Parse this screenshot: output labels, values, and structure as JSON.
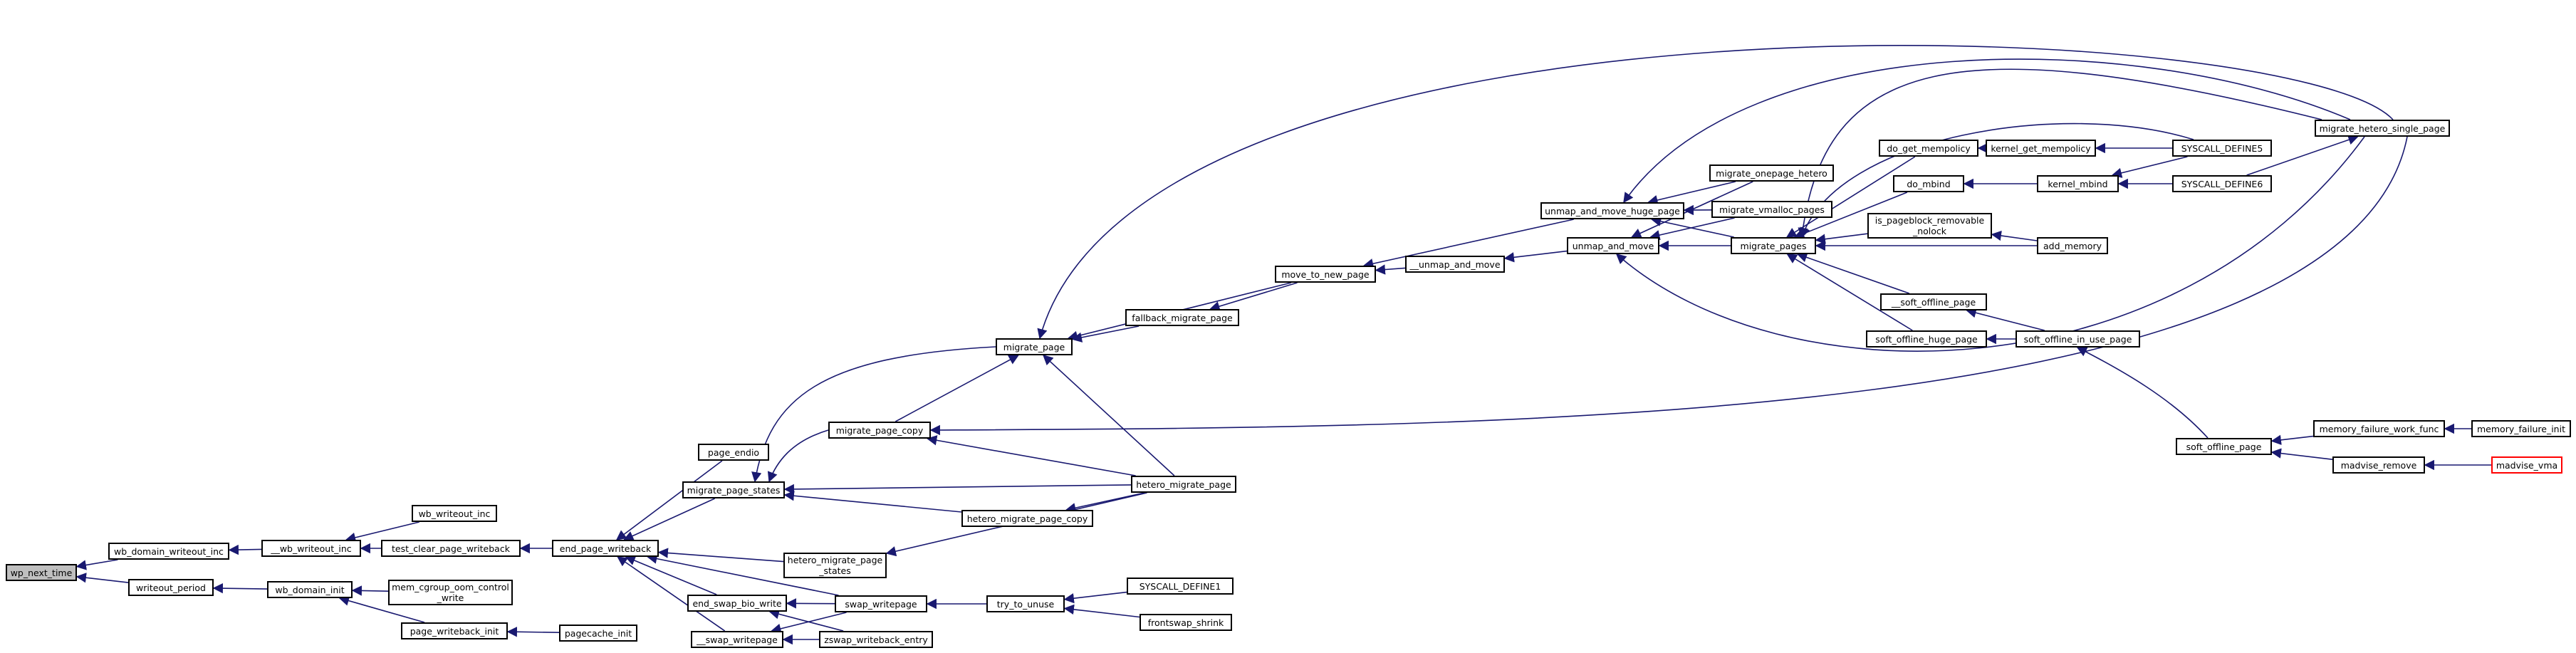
{
  "graph": {
    "colors": {
      "edge": "#191970",
      "node_border": "#000000",
      "root_fill": "#bfbfbf",
      "truncated_border": "#ff0000"
    },
    "nodes": [
      {
        "id": "wp_next_time",
        "label": "wp_next_time",
        "root": true
      },
      {
        "id": "wb_domain_writeout_inc",
        "label": "wb_domain_writeout_inc"
      },
      {
        "id": "writeout_period",
        "label": "writeout_period"
      },
      {
        "id": "__wb_writeout_inc",
        "label": "__wb_writeout_inc"
      },
      {
        "id": "wb_domain_init",
        "label": "wb_domain_init"
      },
      {
        "id": "wb_writeout_inc",
        "label": "wb_writeout_inc"
      },
      {
        "id": "test_clear_page_writeback",
        "label": "test_clear_page_writeback"
      },
      {
        "id": "mem_cgroup_oom_control_write",
        "label": "mem_cgroup_oom_control\n_write"
      },
      {
        "id": "page_writeback_init",
        "label": "page_writeback_init"
      },
      {
        "id": "pagecache_init",
        "label": "pagecache_init"
      },
      {
        "id": "end_page_writeback",
        "label": "end_page_writeback"
      },
      {
        "id": "page_endio",
        "label": "page_endio"
      },
      {
        "id": "migrate_page_states",
        "label": "migrate_page_states"
      },
      {
        "id": "hetero_migrate_page_states",
        "label": "hetero_migrate_page\n_states"
      },
      {
        "id": "end_swap_bio_write",
        "label": "end_swap_bio_write"
      },
      {
        "id": "__swap_writepage",
        "label": "__swap_writepage"
      },
      {
        "id": "migrate_page",
        "label": "migrate_page"
      },
      {
        "id": "migrate_page_copy",
        "label": "migrate_page_copy"
      },
      {
        "id": "hetero_migrate_page_copy",
        "label": "hetero_migrate_page_copy"
      },
      {
        "id": "hetero_migrate_page",
        "label": "hetero_migrate_page"
      },
      {
        "id": "swap_writepage",
        "label": "swap_writepage"
      },
      {
        "id": "zswap_writeback_entry",
        "label": "zswap_writeback_entry"
      },
      {
        "id": "try_to_unuse",
        "label": "try_to_unuse"
      },
      {
        "id": "SYSCALL_DEFINE1",
        "label": "SYSCALL_DEFINE1"
      },
      {
        "id": "frontswap_shrink",
        "label": "frontswap_shrink"
      },
      {
        "id": "fallback_migrate_page",
        "label": "fallback_migrate_page"
      },
      {
        "id": "move_to_new_page",
        "label": "move_to_new_page"
      },
      {
        "id": "__unmap_and_move",
        "label": "__unmap_and_move"
      },
      {
        "id": "unmap_and_move",
        "label": "unmap_and_move"
      },
      {
        "id": "unmap_and_move_huge_page",
        "label": "unmap_and_move_huge_page"
      },
      {
        "id": "migrate_onepage_hetero",
        "label": "migrate_onepage_hetero"
      },
      {
        "id": "migrate_vmalloc_pages",
        "label": "migrate_vmalloc_pages"
      },
      {
        "id": "migrate_pages",
        "label": "migrate_pages"
      },
      {
        "id": "do_get_mempolicy",
        "label": "do_get_mempolicy"
      },
      {
        "id": "kernel_get_mempolicy",
        "label": "kernel_get_mempolicy"
      },
      {
        "id": "SYSCALL_DEFINE5",
        "label": "SYSCALL_DEFINE5"
      },
      {
        "id": "do_mbind",
        "label": "do_mbind"
      },
      {
        "id": "kernel_mbind",
        "label": "kernel_mbind"
      },
      {
        "id": "SYSCALL_DEFINE6",
        "label": "SYSCALL_DEFINE6"
      },
      {
        "id": "is_pageblock_removable_nolock",
        "label": "is_pageblock_removable\n_nolock"
      },
      {
        "id": "add_memory",
        "label": "add_memory"
      },
      {
        "id": "__soft_offline_page",
        "label": "__soft_offline_page"
      },
      {
        "id": "soft_offline_huge_page",
        "label": "soft_offline_huge_page"
      },
      {
        "id": "soft_offline_in_use_page",
        "label": "soft_offline_in_use_page"
      },
      {
        "id": "soft_offline_page",
        "label": "soft_offline_page"
      },
      {
        "id": "memory_failure_work_func",
        "label": "memory_failure_work_func"
      },
      {
        "id": "memory_failure_init",
        "label": "memory_failure_init"
      },
      {
        "id": "madvise_remove",
        "label": "madvise_remove"
      },
      {
        "id": "madvise_vma",
        "label": "madvise_vma",
        "truncated": true
      },
      {
        "id": "migrate_hetero_single_page",
        "label": "migrate_hetero_single_page"
      }
    ],
    "edges": [
      [
        "wb_domain_writeout_inc",
        "wp_next_time"
      ],
      [
        "writeout_period",
        "wp_next_time"
      ],
      [
        "__wb_writeout_inc",
        "wb_domain_writeout_inc"
      ],
      [
        "wb_domain_init",
        "writeout_period"
      ],
      [
        "wb_writeout_inc",
        "__wb_writeout_inc"
      ],
      [
        "test_clear_page_writeback",
        "__wb_writeout_inc"
      ],
      [
        "mem_cgroup_oom_control_write",
        "wb_domain_init"
      ],
      [
        "page_writeback_init",
        "wb_domain_init"
      ],
      [
        "pagecache_init",
        "page_writeback_init"
      ],
      [
        "end_page_writeback",
        "test_clear_page_writeback"
      ],
      [
        "page_endio",
        "end_page_writeback"
      ],
      [
        "migrate_page_states",
        "end_page_writeback"
      ],
      [
        "hetero_migrate_page_states",
        "end_page_writeback"
      ],
      [
        "end_swap_bio_write",
        "end_page_writeback"
      ],
      [
        "__swap_writepage",
        "end_page_writeback"
      ],
      [
        "swap_writepage",
        "end_page_writeback"
      ],
      [
        "migrate_page",
        "migrate_page_states"
      ],
      [
        "migrate_page_copy",
        "migrate_page_states"
      ],
      [
        "hetero_migrate_page_copy",
        "migrate_page_states"
      ],
      [
        "hetero_migrate_page",
        "migrate_page_states"
      ],
      [
        "hetero_migrate_page",
        "hetero_migrate_page_states"
      ],
      [
        "hetero_migrate_page",
        "hetero_migrate_page_copy"
      ],
      [
        "swap_writepage",
        "end_swap_bio_write"
      ],
      [
        "zswap_writeback_entry",
        "end_swap_bio_write"
      ],
      [
        "swap_writepage",
        "__swap_writepage"
      ],
      [
        "zswap_writeback_entry",
        "__swap_writepage"
      ],
      [
        "try_to_unuse",
        "swap_writepage"
      ],
      [
        "SYSCALL_DEFINE1",
        "try_to_unuse"
      ],
      [
        "frontswap_shrink",
        "try_to_unuse"
      ],
      [
        "migrate_page_copy",
        "migrate_page"
      ],
      [
        "hetero_migrate_page",
        "migrate_page"
      ],
      [
        "fallback_migrate_page",
        "migrate_page"
      ],
      [
        "move_to_new_page",
        "migrate_page"
      ],
      [
        "migrate_hetero_single_page",
        "migrate_page"
      ],
      [
        "hetero_migrate_page",
        "migrate_page_copy"
      ],
      [
        "migrate_hetero_single_page",
        "migrate_page_copy"
      ],
      [
        "move_to_new_page",
        "fallback_migrate_page"
      ],
      [
        "__unmap_and_move",
        "move_to_new_page"
      ],
      [
        "unmap_and_move_huge_page",
        "move_to_new_page"
      ],
      [
        "unmap_and_move",
        "__unmap_and_move"
      ],
      [
        "migrate_pages",
        "unmap_and_move"
      ],
      [
        "migrate_onepage_hetero",
        "unmap_and_move"
      ],
      [
        "migrate_vmalloc_pages",
        "unmap_and_move"
      ],
      [
        "migrate_hetero_single_page",
        "unmap_and_move"
      ],
      [
        "migrate_pages",
        "unmap_and_move_huge_page"
      ],
      [
        "migrate_onepage_hetero",
        "unmap_and_move_huge_page"
      ],
      [
        "migrate_vmalloc_pages",
        "unmap_and_move_huge_page"
      ],
      [
        "migrate_hetero_single_page",
        "unmap_and_move_huge_page"
      ],
      [
        "do_get_mempolicy",
        "migrate_pages"
      ],
      [
        "do_mbind",
        "migrate_pages"
      ],
      [
        "is_pageblock_removable_nolock",
        "migrate_pages"
      ],
      [
        "add_memory",
        "migrate_pages"
      ],
      [
        "__soft_offline_page",
        "migrate_pages"
      ],
      [
        "soft_offline_huge_page",
        "migrate_pages"
      ],
      [
        "SYSCALL_DEFINE5",
        "migrate_pages"
      ],
      [
        "migrate_hetero_single_page",
        "migrate_pages"
      ],
      [
        "kernel_get_mempolicy",
        "do_get_mempolicy"
      ],
      [
        "SYSCALL_DEFINE5",
        "kernel_get_mempolicy"
      ],
      [
        "kernel_mbind",
        "do_mbind"
      ],
      [
        "SYSCALL_DEFINE6",
        "kernel_mbind"
      ],
      [
        "SYSCALL_DEFINE5",
        "kernel_mbind"
      ],
      [
        "SYSCALL_DEFINE6",
        "migrate_hetero_single_page"
      ],
      [
        "add_memory",
        "is_pageblock_removable_nolock"
      ],
      [
        "soft_offline_in_use_page",
        "__soft_offline_page"
      ],
      [
        "soft_offline_in_use_page",
        "soft_offline_huge_page"
      ],
      [
        "soft_offline_page",
        "soft_offline_in_use_page"
      ],
      [
        "memory_failure_work_func",
        "soft_offline_page"
      ],
      [
        "madvise_remove",
        "soft_offline_page"
      ],
      [
        "memory_failure_init",
        "memory_failure_work_func"
      ],
      [
        "madvise_vma",
        "madvise_remove"
      ]
    ]
  }
}
